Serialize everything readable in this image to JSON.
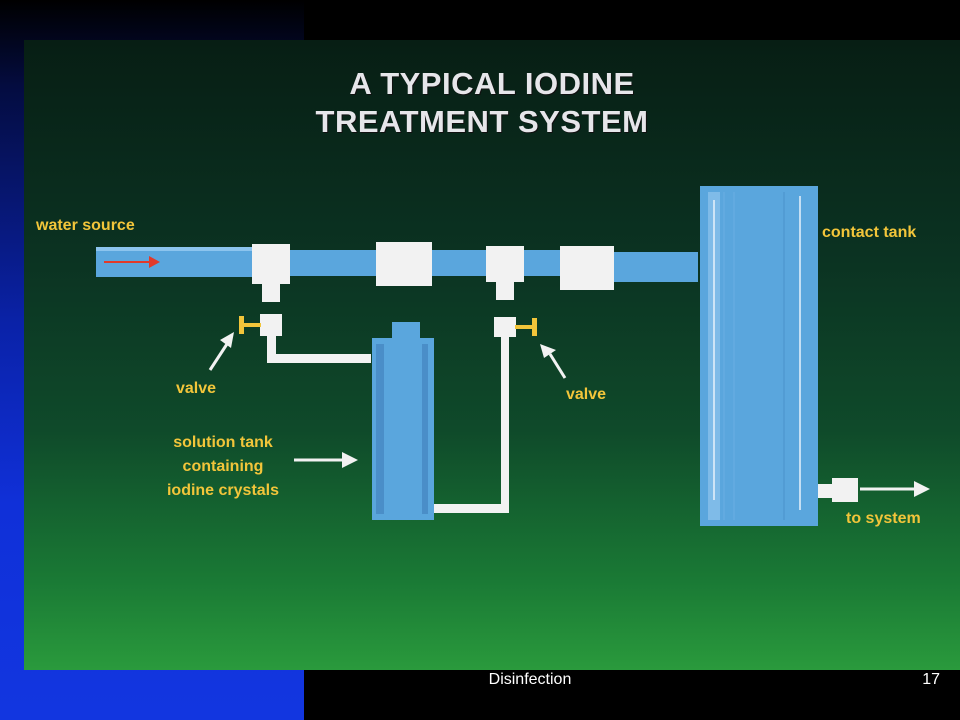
{
  "diagram": {
    "title_line1": "A TYPICAL IODINE",
    "title_line2": "TREATMENT SYSTEM",
    "labels": {
      "water_source": "water source",
      "contact_tank": "contact tank",
      "valve_left": "valve",
      "valve_right": "valve",
      "solution_tank_line1": "solution tank",
      "solution_tank_line2": "containing",
      "solution_tank_line3": "iodine crystals",
      "to_system": "to system"
    }
  },
  "footer": {
    "section": "Disinfection",
    "page_number": "17"
  },
  "colors": {
    "slide_blue": "#1030d8",
    "pipe_blue": "#5aa6dd",
    "label_yellow": "#f2c53a",
    "fitting_white": "#f2f2f2"
  }
}
